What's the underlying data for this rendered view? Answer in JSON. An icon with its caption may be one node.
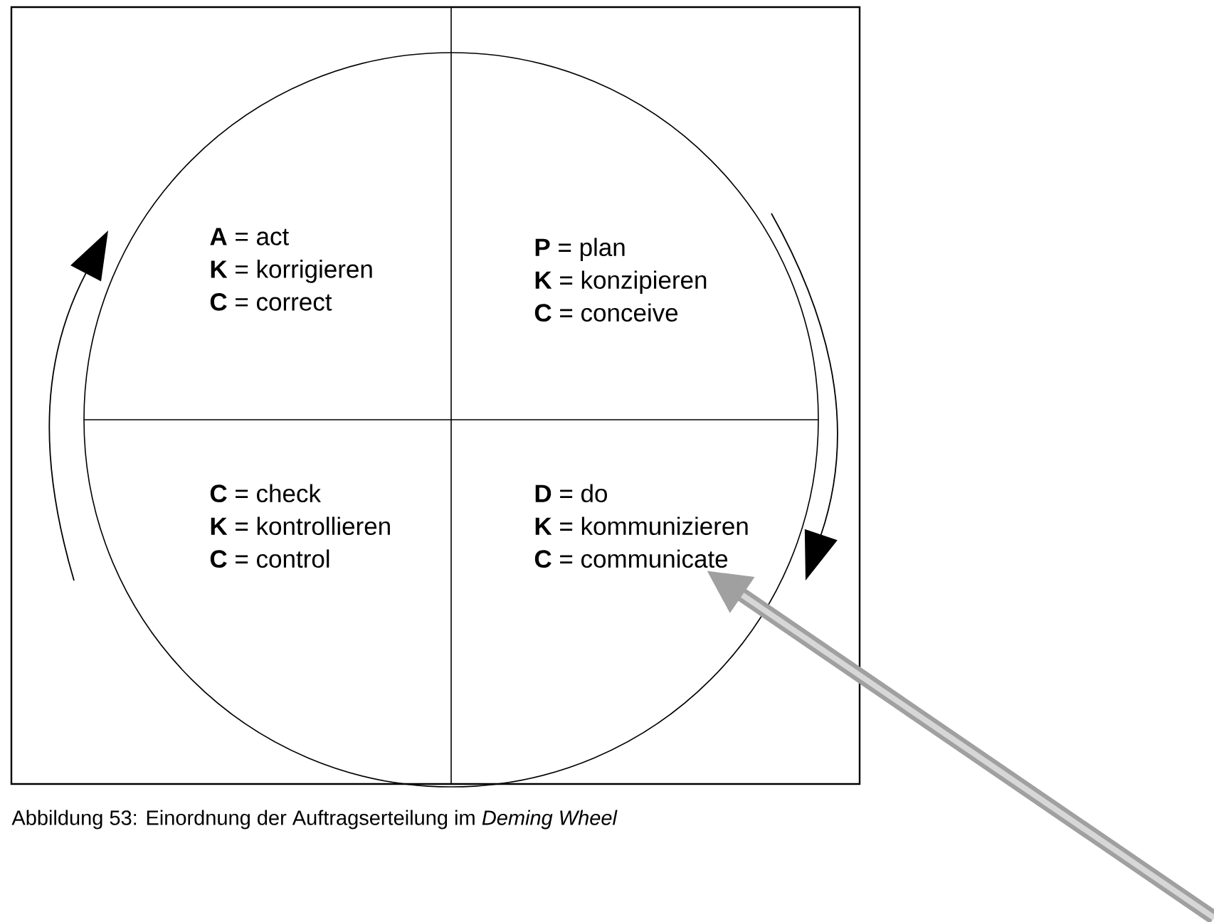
{
  "diagram": {
    "caption": "Abbildung 53: Einordnung der Auftragserteilung im *Deming Wheel*",
    "nodes": [
      {
        "text": [
          "**A** = act",
          "**K** = korrigieren",
          "**C** = correct"
        ]
      },
      {
        "text": [
          "**P** = plan",
          "**K** = konzipieren",
          "**C** = conceive"
        ]
      },
      {
        "text": [
          "**C** = check",
          "**K** = kontrollieren",
          "**C** = control"
        ]
      },
      {
        "text": [
          "**D** = do",
          "**K** = kommunizieren",
          "**C** = communicate"
        ]
      }
    ],
    "edges": [
      {
        "from": null,
        "to": 3,
        "arrow": "to"
      }
    ]
  }
}
